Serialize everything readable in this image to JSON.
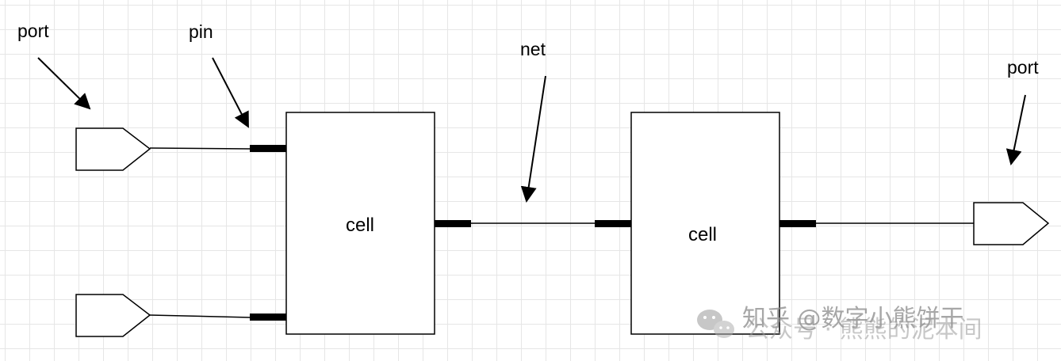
{
  "labels": {
    "port_left": "port",
    "pin": "pin",
    "net": "net",
    "port_right": "port",
    "cell_1": "cell",
    "cell_2": "cell"
  },
  "watermark": {
    "line1": "知乎 @数字小熊饼干",
    "line2": "公众号 · 熊熊的泥本间",
    "icon": "wechat-icon"
  },
  "colors": {
    "stroke": "#000000",
    "grid": "#e6e6e6",
    "watermark": "#8a8a8a"
  }
}
